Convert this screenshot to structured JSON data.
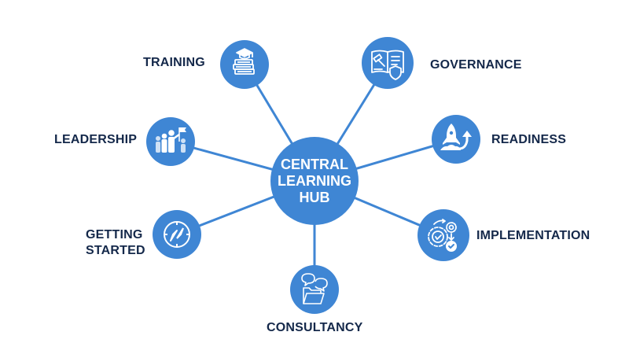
{
  "colors": {
    "node_fill": "#3f86d4",
    "connector": "#3f86d4",
    "icon_stroke": "#ffffff",
    "label_text": "#14284a",
    "background": "#ffffff"
  },
  "hub": {
    "line1": "CENTRAL",
    "line2": "LEARNING",
    "line3": "HUB"
  },
  "nodes": [
    {
      "id": "training",
      "label": "TRAINING",
      "icon": "graduation-cap-books-icon"
    },
    {
      "id": "governance",
      "label": "GOVERNANCE",
      "icon": "gavel-book-shield-icon"
    },
    {
      "id": "leadership",
      "label": "LEADERSHIP",
      "icon": "team-flag-icon"
    },
    {
      "id": "readiness",
      "label": "READINESS",
      "icon": "rocket-arrow-icon"
    },
    {
      "id": "getting_started",
      "label_line1": "GETTING",
      "label_line2": "STARTED",
      "icon": "compass-icon"
    },
    {
      "id": "implementation",
      "label": "IMPLEMENTATION",
      "icon": "gears-check-icon"
    },
    {
      "id": "consultancy",
      "label": "CONSULTANCY",
      "icon": "chat-folder-icon"
    }
  ]
}
